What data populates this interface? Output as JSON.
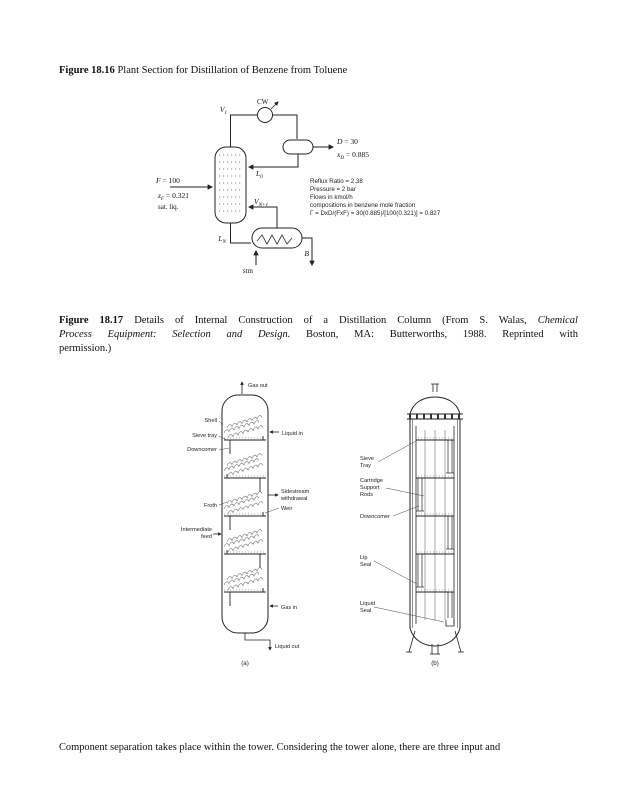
{
  "fig16": {
    "caption": {
      "number": "Figure 18.16",
      "text": " Plant Section for Distillation of Benzene from Toluene"
    },
    "labels": {
      "v1_base": "V",
      "v1_sub": "1",
      "cw": "CW",
      "d_base": "D",
      "d_rest": " = 30",
      "xd_base": "x",
      "xd_sub": "D",
      "xd_rest": " = 0.885",
      "f_base": "F",
      "f_rest": " = 100",
      "zf_base": "z",
      "zf_sub": "F",
      "zf_rest": " = 0.321",
      "sat_liq": "sat. liq.",
      "l0_base": "L",
      "l0_sub": "0",
      "vn1_base": "V",
      "vn1_sub": "N+1",
      "ln_base": "L",
      "ln_sub": "N",
      "stm": "stm",
      "b": "B"
    },
    "notes": {
      "line1": "Reflux Ratio = 2.38",
      "line2": "Pressure = 2 bar",
      "line3": "Flows in kmol/h",
      "line4": "compositions in benzene mole fraction",
      "line5": "Γ = DxD/(FxF) = 30(0.885)/[100(0.321)] = 0.827"
    }
  },
  "fig17": {
    "caption": {
      "number": "Figure 18.17",
      "line1_text": " Details of Internal Construction of a Distillation Column (From S. Walas, ",
      "line1_italic": "Chemical",
      "line2_italic": "Process Equipment: Selection and Design.",
      "line2_text": " Boston, MA: Butterworths, 1988. Reprinted with",
      "line3_text": "permission.)"
    },
    "a": {
      "gas_out": "Gas out",
      "shell": "Shell",
      "sieve_tray": "Sieve tray",
      "downcomer": "Downcomer",
      "liquid_in": "Liquid in",
      "froth": "Froth",
      "sidestream_1": "Sidestream",
      "sidestream_2": "withdrawal",
      "weir": "Weir",
      "feed_1": "Intermediate",
      "feed_2": "feed",
      "gas_in": "Gas in",
      "liquid_out": "Liquid out",
      "tag": "(a)"
    },
    "b": {
      "sieve_1": "Sieve",
      "sieve_2": "Tray",
      "cartridge_1": "Cartridge",
      "cartridge_2": "Support",
      "cartridge_3": "Rods",
      "downcomer": "Downcomer",
      "lip_1": "Lip",
      "lip_2": "Seal",
      "liquid_1": "Liquid",
      "liquid_2": "Seal",
      "tag": "(b)"
    }
  },
  "body": {
    "paragraph": "Component separation takes place within the tower. Considering the tower alone, there are three input and"
  }
}
